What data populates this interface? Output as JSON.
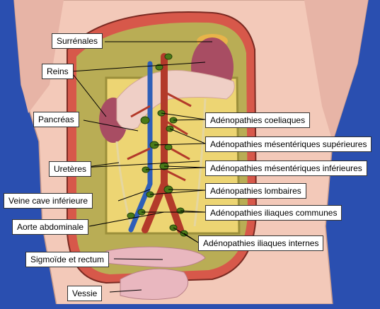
{
  "colors": {
    "background": "#2a4fb0",
    "skin": "#f3c9b9",
    "abdominal_wall": "#d7584a",
    "cavity_tissue": "#b9ad55",
    "kidney": "#a84d63",
    "pancreas": "#efcfc6",
    "lymph_node": "#4a7a18",
    "vessel_red": "#b33a2a",
    "vessel_blue": "#2f5fb8",
    "fat": "#efd775"
  },
  "labels": {
    "surrenales": "Surrénales",
    "reins": "Reins",
    "pancreas": "Pancréas",
    "ureteres": "Uretères",
    "veine_cave": "Veine cave inférieure",
    "aorte": "Aorte abdominale",
    "sigmoide": "Sigmoïde et rectum",
    "vessie": "Vessie",
    "coeliaques": "Adénopathies coeliaques",
    "mesenteriques_sup": "Adénopathies mésentériques supérieures",
    "mesenteriques_inf": "Adénopathies mésentériques inférieures",
    "lombaires": "Adénopathies lombaires",
    "iliaques_communes": "Adénopathies iliaques communes",
    "iliaques_internes": "Adénopathies iliaques internes"
  }
}
